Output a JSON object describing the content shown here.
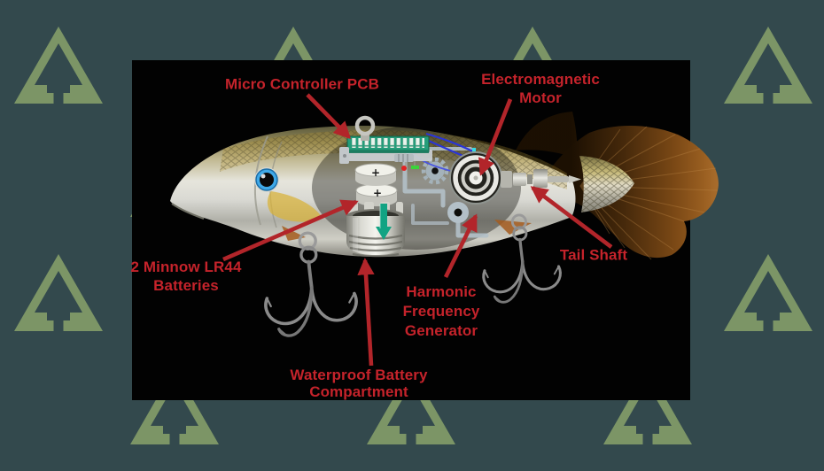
{
  "colors": {
    "bg_teal": "#33494d",
    "logo_green": "#7c9566",
    "panel_black": "#020202",
    "label_red": "#c5232b",
    "arrow_red": "#b2252a"
  },
  "background": {
    "pattern_icon": "triangle-arrow-logo"
  },
  "diagram": {
    "illustration": "robotic-fishing-lure-cutaway",
    "labels": [
      {
        "id": "micro-controller-pcb",
        "lines": [
          "Micro Controller PCB"
        ]
      },
      {
        "id": "electromagnetic-motor",
        "lines": [
          "Electromagnetic",
          "Motor"
        ]
      },
      {
        "id": "minnow-lr44-batteries",
        "lines": [
          "2 Minnow LR44",
          "Batteries"
        ]
      },
      {
        "id": "tail-shaft",
        "lines": [
          "Tail Shaft"
        ]
      },
      {
        "id": "harmonic-frequency-generator",
        "lines": [
          "Harmonic",
          "Frequency",
          "Generator"
        ]
      },
      {
        "id": "waterproof-battery-compartment",
        "lines": [
          "Waterproof Battery",
          "Compartment"
        ]
      }
    ]
  }
}
